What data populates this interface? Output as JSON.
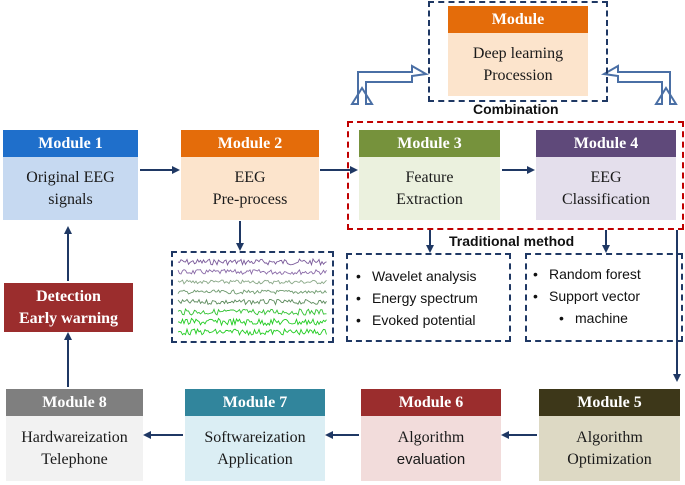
{
  "colors": {
    "blue_header": "#1f6fcb",
    "blue_body": "#c6d9f1",
    "orange_header": "#e46c0a",
    "orange_body": "#fce4cc",
    "green_header": "#76923c",
    "green_body": "#ebf1de",
    "purple_header": "#5f497a",
    "purple_body": "#e4dfec",
    "brown_header": "#3d3719",
    "brown_body": "#ddd9c4",
    "darkred": "#9b2d2d",
    "red_body": "#f2dcdb",
    "teal_header": "#31859c",
    "teal_body": "#dbeef4",
    "gray_header": "#7f7f7f",
    "gray_body": "#f2f2f2",
    "arrow": "#1f3864",
    "dash_blue": "#1f3864",
    "dash_red": "#c00000"
  },
  "top_module": {
    "title": "Module",
    "line1": "Deep learning",
    "line2": "Procession"
  },
  "combination_label": "Combination",
  "traditional_label": "Traditional method",
  "module1": {
    "title": "Module 1",
    "line1": "Original EEG",
    "line2": "signals"
  },
  "module2": {
    "title": "Module 2",
    "line1": "EEG",
    "line2": "Pre-process"
  },
  "module3": {
    "title": "Module 3",
    "line1": "Feature",
    "line2": "Extraction"
  },
  "module4": {
    "title": "Module 4",
    "line1": "EEG",
    "line2": "Classification"
  },
  "module5": {
    "title": "Module 5",
    "line1": "Algorithm",
    "line2": "Optimization"
  },
  "module6": {
    "title": "Module 6",
    "line1": "Algorithm",
    "line2": "evaluation"
  },
  "module7": {
    "title": "Module 7",
    "line1": "Softwareization",
    "line2": "Application"
  },
  "module8": {
    "title": "Module 8",
    "line1": "Hardwareization",
    "line2": "Telephone"
  },
  "detection": {
    "line1": "Detection",
    "line2": "Early warning"
  },
  "feature_methods": [
    "Wavelet analysis",
    "Energy spectrum",
    "Evoked potential"
  ],
  "classification_methods": [
    "Random forest",
    "Support vector",
    "machine"
  ]
}
